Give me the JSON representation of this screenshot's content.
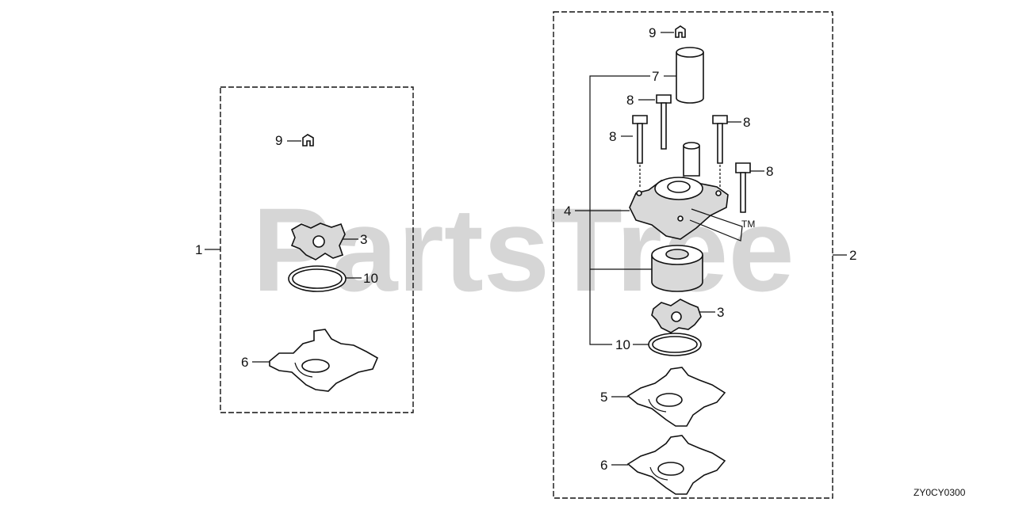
{
  "watermark": {
    "text": "PartsTree",
    "tm": "TM"
  },
  "diagram_code": "ZY0CY0300",
  "kits": [
    {
      "callout": "1"
    },
    {
      "callout": "2"
    }
  ],
  "left_kit": {
    "callouts": {
      "screw_9": "9",
      "impeller_3": "3",
      "oring_10": "10",
      "plate_6": "6"
    }
  },
  "right_kit": {
    "callouts": {
      "screw_9": "9",
      "tube_7": "7",
      "bolt_8a": "8",
      "bolt_8b": "8",
      "bolt_8c": "8",
      "bolt_8d": "8",
      "housing_4": "4",
      "impeller_3": "3",
      "oring_10": "10",
      "plate_5": "5",
      "plate_6": "6"
    }
  }
}
